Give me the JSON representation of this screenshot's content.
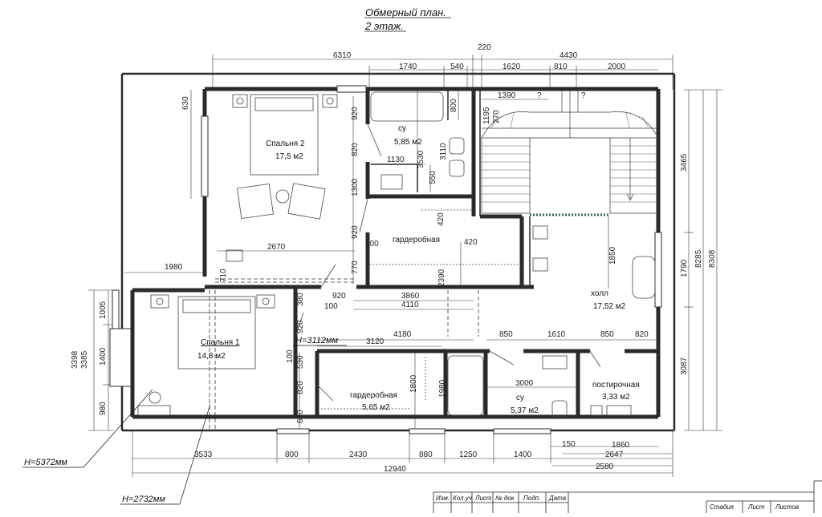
{
  "title": {
    "line1": "Обмерный план.",
    "line2": "2 этаж."
  },
  "rooms": {
    "bedroom2": {
      "name": "Спальня 2",
      "area": "17,5 м2"
    },
    "bathroom_top": {
      "name": "су",
      "area": "5,85 м2"
    },
    "wardrobe_top": {
      "name": "гардеробная"
    },
    "hall": {
      "name": "холл",
      "area": "17,52 м2"
    },
    "bedroom1": {
      "name": "Спальня 1",
      "area": "14,8 м2"
    },
    "wardrobe_bottom": {
      "name": "гардеробная",
      "area": "5,65 м2"
    },
    "bathroom_bottom": {
      "name": "су",
      "area": "5,37 м2"
    },
    "laundry": {
      "name": "постирочная",
      "area": "3,33 м2"
    }
  },
  "heights": {
    "h1": "H=3112мм",
    "h2": "H=5372мм",
    "h3": "H=2732мм"
  },
  "dims": {
    "top_6310": "6310",
    "top_220": "220",
    "top_4430": "4430",
    "top_1740": "1740",
    "top_540": "540",
    "top_1620": "1620",
    "top_810": "810",
    "top_2000": "2000",
    "top_1390": "1390",
    "q1": "?",
    "q2": "?",
    "v_630": "630",
    "v_920a": "920",
    "v_820a": "820",
    "v_1300": "1300",
    "v_920b": "920",
    "v_770": "770",
    "v_800": "800",
    "v_3110": "3110",
    "v_3530": "3530",
    "v_550": "550",
    "v_420a": "420",
    "v_420b": "420",
    "v_1195": "1195",
    "v_270": "270",
    "v_1850": "1850",
    "v_2390": "2390",
    "v_3465": "3465",
    "v_1790": "1790",
    "v_3087": "3087",
    "v_8285": "8285",
    "v_8308": "8308",
    "h_1130": "1130",
    "h_100a": "100",
    "h_2670": "2670",
    "h_1980": "1980",
    "v_710": "710",
    "h_920c": "920",
    "h_100b": "100",
    "v_380": "380",
    "h_3860": "3860",
    "h_4110": "4110",
    "h_4180": "4180",
    "h_3120": "3120",
    "v_920d": "920",
    "h_850a": "850",
    "h_1610": "1610",
    "h_850b": "850",
    "h_820": "820",
    "h_3000": "3000",
    "v_100c": "100",
    "v_530": "530",
    "v_820c": "820",
    "v_600": "600",
    "v_1800": "1800",
    "v_1980": "1980",
    "v_1005": "1005",
    "v_1400": "1400",
    "v_980": "980",
    "v_3398": "3398",
    "v_3385": "3385",
    "b_3533": "3533",
    "b_800": "800",
    "b_2430": "2430",
    "b_880": "880",
    "b_1250": "1250",
    "b_1400": "1400",
    "b_150": "150",
    "b_1860": "1860",
    "b_2647": "2647",
    "b_12940": "12940",
    "b_2580": "2580"
  },
  "title_block": {
    "row": [
      "Изм.",
      "Кол.уч",
      "Лист",
      "№ док",
      "Подп.",
      "Дата"
    ],
    "right": [
      "Стадия",
      "Лист",
      "Листов"
    ]
  }
}
